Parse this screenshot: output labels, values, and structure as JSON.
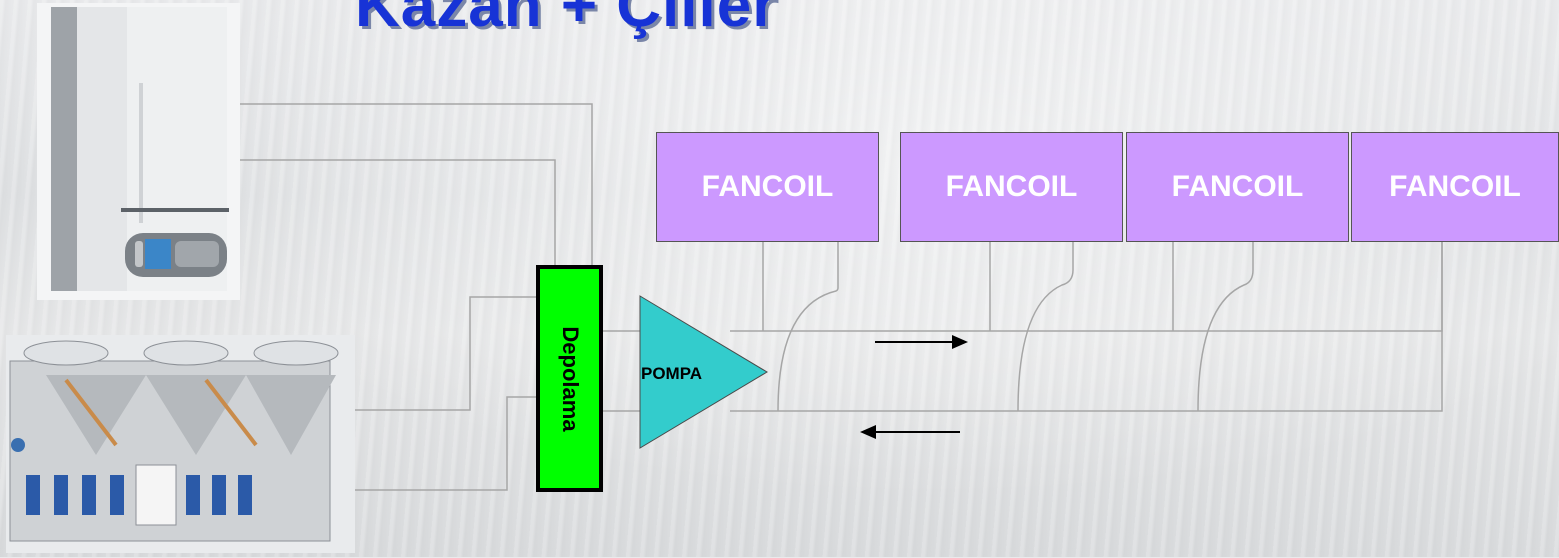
{
  "title": "Kazan + Çiller",
  "fancoils": [
    "FANCOIL",
    "FANCOIL",
    "FANCOIL",
    "FANCOIL"
  ],
  "storage_label": "Depolama",
  "pump_label": "POMPA",
  "colors": {
    "title": "#1733d6",
    "fancoil": "#cc99ff",
    "storage": "#00ff00",
    "pump": "#33cccc",
    "pipe": "#a6a6a6"
  },
  "icons": [
    "boiler-image",
    "chiller-image",
    "flow-right-arrow",
    "flow-left-arrow"
  ]
}
